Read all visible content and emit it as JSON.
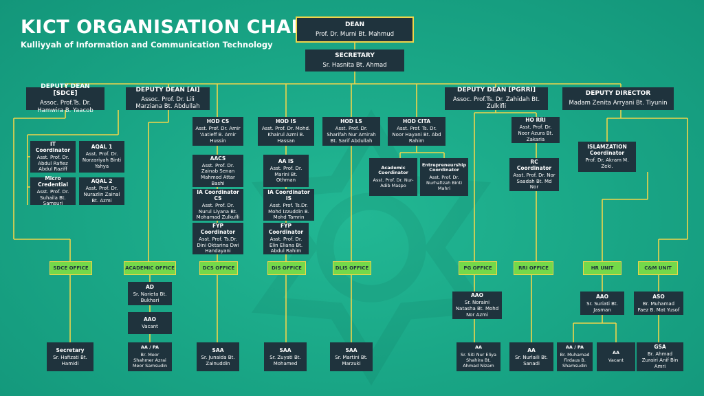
{
  "header": {
    "title": "KICT ORGANISATION CHART",
    "subtitle": "Kulliyyah of Information and Communication Technology"
  },
  "colors": {
    "background": "#1aa888",
    "box": "#1f333d",
    "line": "#f1d54a",
    "office": "#74d94a"
  },
  "nodes": {
    "dean": {
      "title": "DEAN",
      "name": "Prof. Dr. Murni Bt. Mahmud"
    },
    "secretary": {
      "title": "SECRETARY",
      "name": "Sr. Hasnita Bt. Ahmad"
    },
    "dd_sdce": {
      "title": "DEPUTY DEAN [SDCE]",
      "name": "Assoc. Prof.Ts. Dr. Hamwira B. Yaacob"
    },
    "dd_ai": {
      "title": "DEPUTY DEAN [AI]",
      "name": "Assoc. Prof. Dr. Lili Marziana Bt. Abdullah"
    },
    "dd_pgrri": {
      "title": "DEPUTY DEAN [PGRRI]",
      "name": "Assoc. Prof.Ts. Dr. Zahidah Bt. Zulkifli"
    },
    "dep_dir": {
      "title": "DEPUTY DIRECTOR",
      "name": "Madam Zenita Arryani Bt. Tiyunin"
    },
    "it_coord": {
      "title": "IT Coordinator",
      "name": "Asst. Prof. Dr. Abdul Rafiez Abdul Raziff"
    },
    "aqal1": {
      "title": "AQAL 1",
      "name": "Asst. Prof. Dr. Norzariyah Binti Yahya"
    },
    "micro": {
      "title": "Micro Credential",
      "name": "Asst. Prof. Dr. Suhaila Bt. Samsuri"
    },
    "aqal2": {
      "title": "AQAL 2",
      "name": "Asst. Prof. Dr. Nurazlin Zainal Bt. Azmi"
    },
    "hod_cs": {
      "title": "HOD CS",
      "name": "Asst. Prof. Dr. Amir 'Aatieff B. Amir Hussin"
    },
    "hod_is": {
      "title": "HOD IS",
      "name": "Asst. Prof. Dr. Mohd. Khairul Azmi B. Hassan"
    },
    "hod_ls": {
      "title": "HOD LS",
      "name": "Asst. Prof. Dr. Sharifah Nur Amirah Bt. Sarif Abdullah"
    },
    "hod_cita": {
      "title": "HOD CITA",
      "name": "Asst. Prof. Ts. Dr. Noor Hayani Bt. Abd Rahim"
    },
    "hod_rri": {
      "title": "HO RRI",
      "name": "Asst. Prof. Dr. Noor Azura Bt. Zakaria"
    },
    "islam": {
      "title": "ISLAMZATION Coordinator",
      "name": "Prof. Dr. Akram M. Zeki."
    },
    "aacs": {
      "title": "AACS",
      "name": "Asst. Prof. Dr. Zainab Senan Mahmod Attar Bashi"
    },
    "ia_cs": {
      "title": "IA Coordinator CS",
      "name": "Asst. Prof. Dr. Nurul Liyana Bt. Mohamad Zulkufli"
    },
    "fyp_cs": {
      "title": "FYP Coordinator",
      "name": "Asst. Prof. Ts.Dr. Dini Oktarina Dwi Handayani"
    },
    "aa_is": {
      "title": "AA IS",
      "name": "Asst. Prof. Dr. Marini Bt. Othman"
    },
    "ia_is": {
      "title": "IA Coordinator IS",
      "name": "Asst. Prof. Ts.Dr. Mohd Izzuddin B. Mohd Tamrin"
    },
    "fyp_is": {
      "title": "FYP Coordinator",
      "name": "Asst. Prof. Dr. Elin Eliana Bt. Abdul Rahim"
    },
    "acad_coord": {
      "title": "Academic Coordinator",
      "name": "Asst. Prof. Dr. Nur-Adib Maspo"
    },
    "ent_coord": {
      "title": "Entrepreneurship Coordinator",
      "name": "Asst. Prof. Dr. Nurhafizah Binti Mahri"
    },
    "rc_coord": {
      "title": "RC Coordinator",
      "name": "Asst. Prof. Dr. Nor Saadah Bt. Md Nor"
    },
    "ad": {
      "title": "AD",
      "name": "Sr. Narieta Bt. Bukhari"
    },
    "aao_acad": {
      "title": "AAO",
      "name": "Vacant"
    },
    "aapa_acad": {
      "title": "AA / PA",
      "name": "Br. Meor Shahmer Azrai Meor Samsudin"
    },
    "sec_sdce": {
      "title": "Secretary",
      "name": "Sr. Hafizati Bt. Hamidi"
    },
    "saa_dcs": {
      "title": "SAA",
      "name": "Sr. Junaida Bt. Zainuddin"
    },
    "saa_dis": {
      "title": "SAA",
      "name": "Sr. Zuyati Bt. Mohamed"
    },
    "saa_dlis": {
      "title": "SAA",
      "name": "Sr. Martini Bt. Marzuki"
    },
    "aao_pg": {
      "title": "AAO",
      "name": "Sr. Noraini Natasha Bt. Mohd Nor Azmi"
    },
    "aa_pg": {
      "title": "AA",
      "name": "Sr. Siti Nur Eliya Shahira Bt. Ahmad Nizam"
    },
    "aa_rri": {
      "title": "AA",
      "name": "Sr. Nurlaili Bt. Sanadi"
    },
    "aao_hr": {
      "title": "AAO",
      "name": "Sr. Suriati Bt. Jasman"
    },
    "aapa_hr": {
      "title": "AA / PA",
      "name": "Br. Muhamad Firdaus B. Shamsudin"
    },
    "aa_hr": {
      "title": "AA",
      "name": "Vacant"
    },
    "aso_cm": {
      "title": "ASO",
      "name": "Br. Muhamad Faez B. Mat Yusof"
    },
    "gsa_cm": {
      "title": "GSA",
      "name": "Br. Ahmad Zurairi Anif Bin Amri"
    }
  },
  "offices": {
    "sdce": "SDCE OFFICE",
    "academic": "ACADEMIC OFFICE",
    "dcs": "DCS OFFICE",
    "dis": "DIS  OFFICE",
    "dlis": "DLIS  OFFICE",
    "pg": "PG  OFFICE",
    "rri": "RRI OFFICE",
    "hr": "HR UNIT",
    "cm": "C&M UNIT"
  }
}
